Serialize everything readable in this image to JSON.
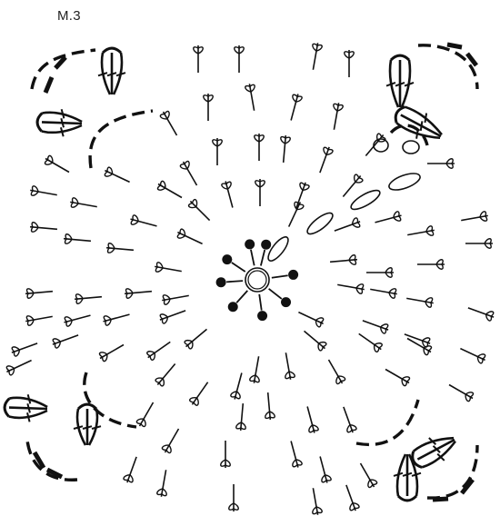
{
  "title": "M.3",
  "colors": {
    "ink": "#111111",
    "background": "#ffffff"
  },
  "symbols": {
    "center": "magic-ring",
    "rounds": [
      {
        "round": 1,
        "stitch": "slip-stitch-dot",
        "count": 8
      },
      {
        "round": 2,
        "stitch": "chain-oval",
        "count": 6
      },
      {
        "round": 3,
        "stitch": "single-crochet-leaf"
      },
      {
        "round": 4,
        "stitch": "dashed-chain-arc"
      },
      {
        "round": 5,
        "stitch": "treble-cluster-fan",
        "count": 4
      }
    ]
  }
}
